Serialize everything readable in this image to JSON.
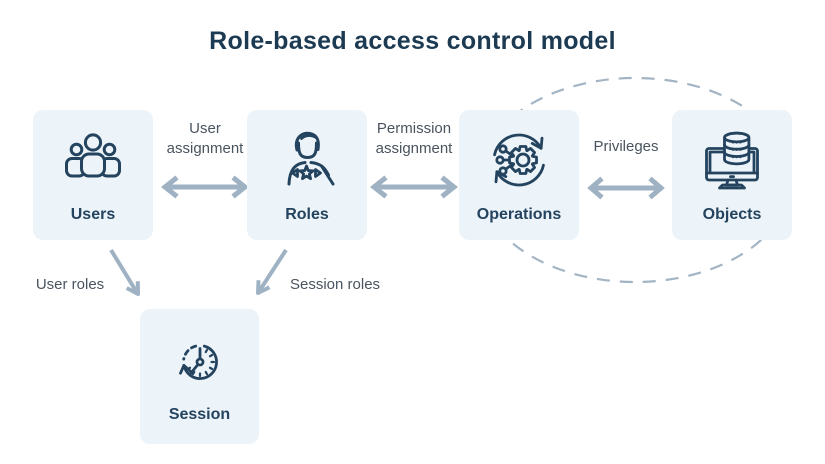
{
  "title": "Role-based access control model",
  "colors": {
    "background": "#ffffff",
    "box_background": "#ecf4f9",
    "icon_navy": "#24435e",
    "title_navy": "#1c3a52",
    "arrow_gray": "#9fb2c3",
    "edge_label_gray": "#4a545f"
  },
  "nodes": [
    {
      "id": "users",
      "label": "Users",
      "icon": "users-group-icon"
    },
    {
      "id": "roles",
      "label": "Roles",
      "icon": "person-star-badge-icon"
    },
    {
      "id": "operations",
      "label": "Operations",
      "icon": "gear-process-icon"
    },
    {
      "id": "objects",
      "label": "Objects",
      "icon": "database-monitor-icon"
    },
    {
      "id": "session",
      "label": "Session",
      "icon": "clock-history-icon"
    }
  ],
  "edges": [
    {
      "id": "user-assignment",
      "label": "User assignment",
      "from": "Users",
      "to": "Roles",
      "style": "double-arrow"
    },
    {
      "id": "permission-assignment",
      "label": "Permission assignment",
      "from": "Roles",
      "to": "Operations",
      "style": "double-arrow"
    },
    {
      "id": "privileges",
      "label": "Privileges",
      "from": "Operations",
      "to": "Objects",
      "style": "double-arrow"
    },
    {
      "id": "user-roles",
      "label": "User roles",
      "from": "Users",
      "to": "Session",
      "style": "single-arrow"
    },
    {
      "id": "session-roles",
      "label": "Session roles",
      "from": "Roles",
      "to": "Session",
      "style": "single-arrow"
    }
  ],
  "scope_ellipse": {
    "encloses": [
      "Operations",
      "Objects"
    ],
    "style": "dashed"
  }
}
